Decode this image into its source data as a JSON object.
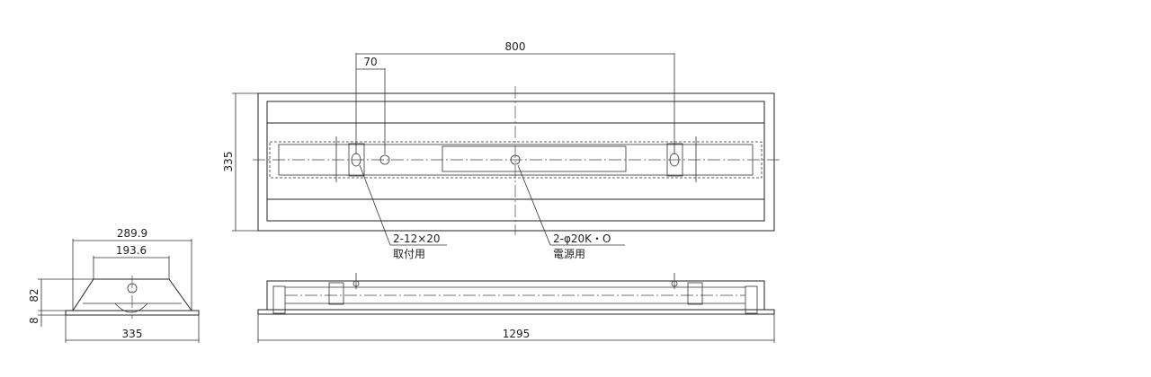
{
  "dimensions": {
    "top_width": "800",
    "top_offset": "70",
    "top_height": "335",
    "bottom_length": "1295",
    "side_top_width": "289.9",
    "side_inner_width": "193.6",
    "side_height": "82",
    "side_base": "8",
    "side_width": "335"
  },
  "callouts": {
    "mount_hole_spec": "2-12×20",
    "mount_hole_label": "取付用",
    "power_hole_spec": "2-φ20K・O",
    "power_hole_label": "電源用"
  }
}
